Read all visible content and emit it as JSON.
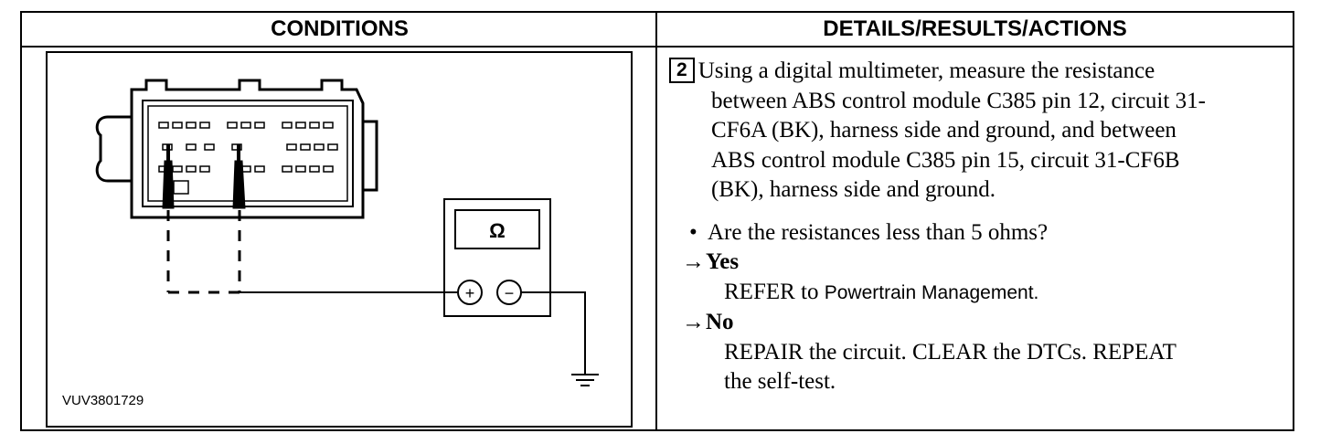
{
  "headers": {
    "conditions": "CONDITIONS",
    "details": "DETAILS/RESULTS/ACTIONS"
  },
  "figure": {
    "id_label": "VUV3801729",
    "meter_symbol": "Ω",
    "plus_symbol": "+",
    "minus_symbol": "−"
  },
  "step": {
    "number": "2",
    "line1": "Using a digital multimeter, measure the resistance",
    "line2": "between ABS control module C385 pin 12, circuit 31-",
    "line3": "CF6A (BK), harness side and ground, and between",
    "line4": "ABS control module C385 pin 15, circuit 31-CF6B",
    "line5": "(BK), harness side and ground.",
    "question": "Are the resistances less than 5 ohms?",
    "yes_label": "Yes",
    "yes_action_prefix": "REFER to",
    "yes_action_ref": "Powertrain Management.",
    "no_label": "No",
    "no_action_line1": "REPAIR the circuit. CLEAR the DTCs. REPEAT",
    "no_action_line2": "the self-test.",
    "bullet": "•",
    "arrow": "→"
  }
}
